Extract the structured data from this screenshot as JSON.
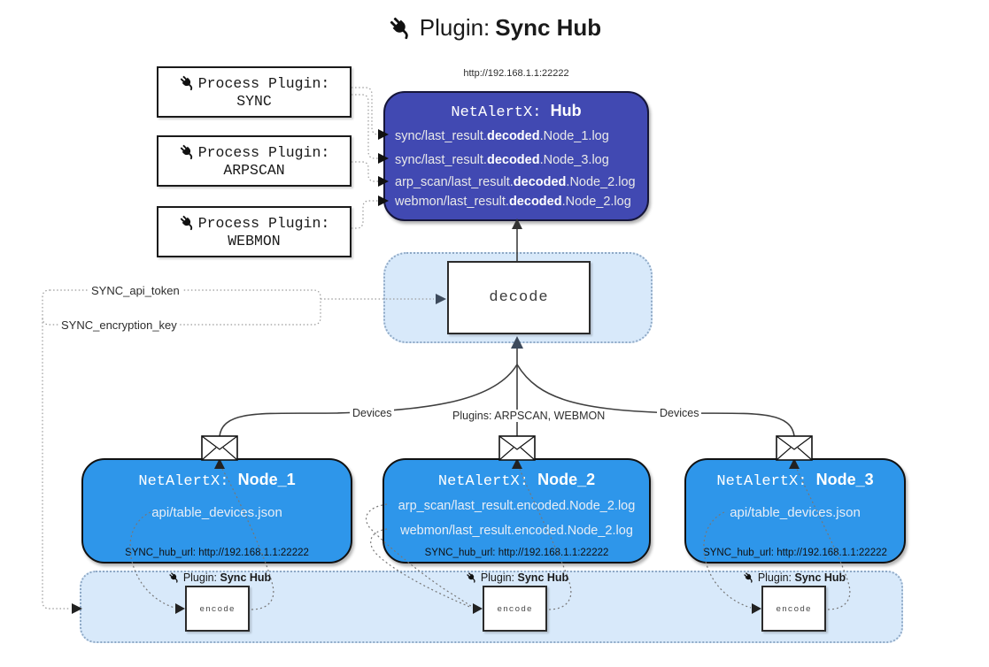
{
  "title": {
    "icon": "plug-icon",
    "prefix": "Plugin: ",
    "bold": "Sync Hub"
  },
  "hub": {
    "url": "http://192.168.1.1:22222",
    "name_mono": "NetAlertX: ",
    "name_bold": "Hub",
    "lines": [
      {
        "pre": "sync/last_result.",
        "bold": "decoded",
        "post": ".Node_1.log"
      },
      {
        "pre": "sync/last_result.",
        "bold": "decoded",
        "post": ".Node_3.log"
      },
      {
        "pre": "arp_scan/last_result.",
        "bold": "decoded",
        "post": ".Node_2.log"
      },
      {
        "pre": "webmon/last_result.",
        "bold": "decoded",
        "post": ".Node_2.log"
      }
    ]
  },
  "process_plugins": [
    {
      "label": "Process Plugin:",
      "name": "SYNC"
    },
    {
      "label": "Process Plugin:",
      "name": "ARPSCAN"
    },
    {
      "label": "Process Plugin:",
      "name": "WEBMON"
    }
  ],
  "config": {
    "api_token_label": "SYNC_api_token",
    "encryption_key_label": "SYNC_encryption_key"
  },
  "decode_box": {
    "label": "decode"
  },
  "edge_labels": {
    "devices_left": "Devices",
    "plugins_mid": "Plugins: ARPSCAN, WEBMON",
    "devices_right": "Devices"
  },
  "nodes": [
    {
      "name_mono": "NetAlertX: ",
      "name_bold": "Node_1",
      "lines": [
        "api/table_devices.json"
      ],
      "hub_url": "SYNC_hub_url: http://192.168.1.1:22222"
    },
    {
      "name_mono": "NetAlertX: ",
      "name_bold": "Node_2",
      "lines": [
        "arp_scan/last_result.encoded.Node_2.log",
        "webmon/last_result.encoded.Node_2.log"
      ],
      "hub_url": "SYNC_hub_url: http://192.168.1.1:22222"
    },
    {
      "name_mono": "NetAlertX: ",
      "name_bold": "Node_3",
      "lines": [
        "api/table_devices.json"
      ],
      "hub_url": "SYNC_hub_url: http://192.168.1.1:22222"
    }
  ],
  "encoders": [
    {
      "label_prefix": "Plugin: ",
      "label_bold": "Sync Hub",
      "box_label": "encode"
    },
    {
      "label_prefix": "Plugin: ",
      "label_bold": "Sync Hub",
      "box_label": "encode"
    },
    {
      "label_prefix": "Plugin: ",
      "label_bold": "Sync Hub",
      "box_label": "encode"
    }
  ],
  "icons": {
    "plug": "plug-icon",
    "envelope": "envelope-icon"
  },
  "colors": {
    "hub_fill": "#4149b2",
    "node_fill": "#2e96ea",
    "panel_fill": "#d8e9fa",
    "panel_border": "#8fa9c6",
    "solid_line": "#3f3f3f",
    "dotted_line": "#8c8c8c",
    "arrow_dark": "#3d4a5c"
  }
}
